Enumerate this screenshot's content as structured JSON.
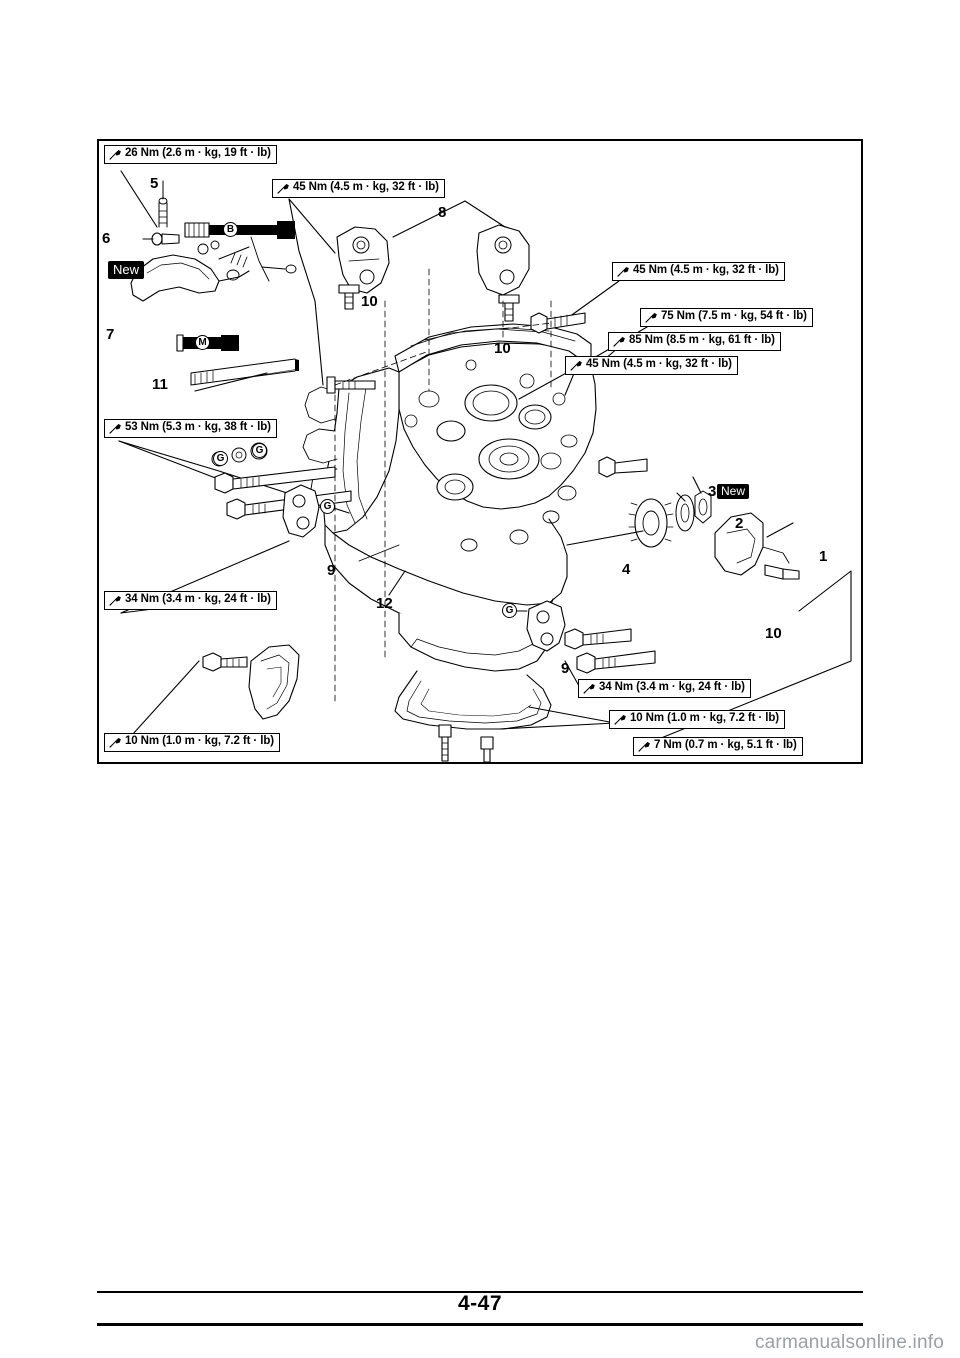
{
  "page": {
    "number": "4-47",
    "watermark": "carmanualsonline.info"
  },
  "diagram": {
    "name": "engine-mounting-exploded-view",
    "torque_specs": [
      {
        "id": "t26",
        "text": "26 Nm (2.6 m · kg, 19 ft · lb)"
      },
      {
        "id": "t45a",
        "text": "45 Nm (4.5 m · kg, 32 ft · lb)"
      },
      {
        "id": "t45b",
        "text": "45 Nm (4.5 m · kg, 32 ft · lb)"
      },
      {
        "id": "t75",
        "text": "75 Nm (7.5 m · kg, 54 ft · lb)"
      },
      {
        "id": "t85",
        "text": "85 Nm (8.5 m · kg, 61 ft · lb)"
      },
      {
        "id": "t45c",
        "text": "45 Nm (4.5 m · kg, 32 ft · lb)"
      },
      {
        "id": "t53",
        "text": "53 Nm (5.3 m · kg, 38 ft · lb)"
      },
      {
        "id": "t34a",
        "text": "34 Nm (3.4 m · kg, 24 ft · lb)"
      },
      {
        "id": "t34b",
        "text": "34 Nm (3.4 m · kg, 24 ft · lb)"
      },
      {
        "id": "t10a",
        "text": "10 Nm (1.0 m · kg, 7.2 ft · lb)"
      },
      {
        "id": "t10b",
        "text": "10 Nm (1.0 m · kg, 7.2 ft · lb)"
      },
      {
        "id": "t7",
        "text": "7 Nm (0.7 m · kg, 5.1 ft · lb)"
      }
    ],
    "part_numbers": [
      {
        "id": "n1",
        "text": "1"
      },
      {
        "id": "n2",
        "text": "2"
      },
      {
        "id": "n3",
        "text": "3"
      },
      {
        "id": "n4",
        "text": "4"
      },
      {
        "id": "n5",
        "text": "5"
      },
      {
        "id": "n6",
        "text": "6"
      },
      {
        "id": "n7",
        "text": "7"
      },
      {
        "id": "n8",
        "text": "8"
      },
      {
        "id": "n9a",
        "text": "9"
      },
      {
        "id": "n9b",
        "text": "9"
      },
      {
        "id": "n10a",
        "text": "10"
      },
      {
        "id": "n10b",
        "text": "10"
      },
      {
        "id": "n10c",
        "text": "10"
      },
      {
        "id": "n11",
        "text": "11"
      },
      {
        "id": "n12",
        "text": "12"
      }
    ],
    "new_badges": [
      {
        "id": "new1",
        "text": "New"
      },
      {
        "id": "new2",
        "text": "New"
      }
    ],
    "lube_marks": [
      {
        "id": "markB",
        "text": "B"
      },
      {
        "id": "markM",
        "text": "M"
      },
      {
        "id": "markG1",
        "text": "G"
      },
      {
        "id": "markG2",
        "text": "G"
      },
      {
        "id": "markG3",
        "text": "G"
      },
      {
        "id": "markG4",
        "text": "G"
      }
    ]
  }
}
